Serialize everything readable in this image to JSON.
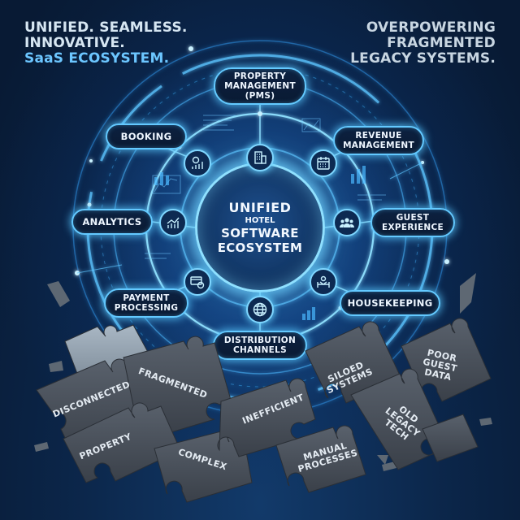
{
  "headline_left": {
    "line1": "UNIFIED. SEAMLESS.",
    "line2": "INNOVATIVE.",
    "line3": "SaaS ECOSYSTEM."
  },
  "headline_right": {
    "line1": "OVERPOWERING",
    "line2": "FRAGMENTED",
    "line3": "LEGACY SYSTEMS."
  },
  "hub": {
    "line1": "UNIFIED",
    "line2": "HOTEL",
    "line3": "SOFTWARE",
    "line4": "ECOSYSTEM"
  },
  "modules": {
    "pms": {
      "line1": "PROPERTY",
      "line2": "MANAGEMENT",
      "line3": "(PMS)",
      "icon": "building-icon"
    },
    "booking": {
      "label": "BOOKING",
      "icon": "money-chart-icon"
    },
    "revenue": {
      "line1": "REVENUE",
      "line2": "MANAGEMENT",
      "icon": "calendar-icon"
    },
    "analytics": {
      "label": "ANALYTICS",
      "icon": "trend-chart-icon"
    },
    "guest": {
      "line1": "GUEST",
      "line2": "EXPERIENCE",
      "icon": "people-icon"
    },
    "payment": {
      "line1": "PAYMENT",
      "line2": "PROCESSING",
      "icon": "credit-card-icon"
    },
    "housekeeping": {
      "label": "HOUSEKEEPING",
      "icon": "bed-icon"
    },
    "distribution": {
      "line1": "DISTRIBUTION",
      "line2": "CHANNELS",
      "icon": "globe-icon"
    }
  },
  "puzzle_pieces": [
    {
      "id": "disconnected",
      "text": "DISCONNECTED"
    },
    {
      "id": "fragmented",
      "text": "FRAGMENTED"
    },
    {
      "id": "property",
      "text": "PROPERTY"
    },
    {
      "id": "complex",
      "text": "COMPLEX"
    },
    {
      "id": "inefficient",
      "text": "INEFFICIENT"
    },
    {
      "id": "siloed",
      "line1": "SILOED",
      "line2": "SYSTEMS"
    },
    {
      "id": "poor-guest-data",
      "line1": "POOR",
      "line2": "GUEST",
      "line3": "DATA"
    },
    {
      "id": "old-legacy-tech",
      "line1": "OLD",
      "line2": "LEGACY",
      "line3": "TECH"
    },
    {
      "id": "manual-processes",
      "line1": "MANUAL",
      "line2": "PROCESSES"
    }
  ],
  "colors": {
    "background": "#0a1a30",
    "glow": "#63c9ff",
    "accent_text": "#6cc6ff",
    "headline_text": "#d6e6f2",
    "puzzle_piece": "#3f4650"
  }
}
